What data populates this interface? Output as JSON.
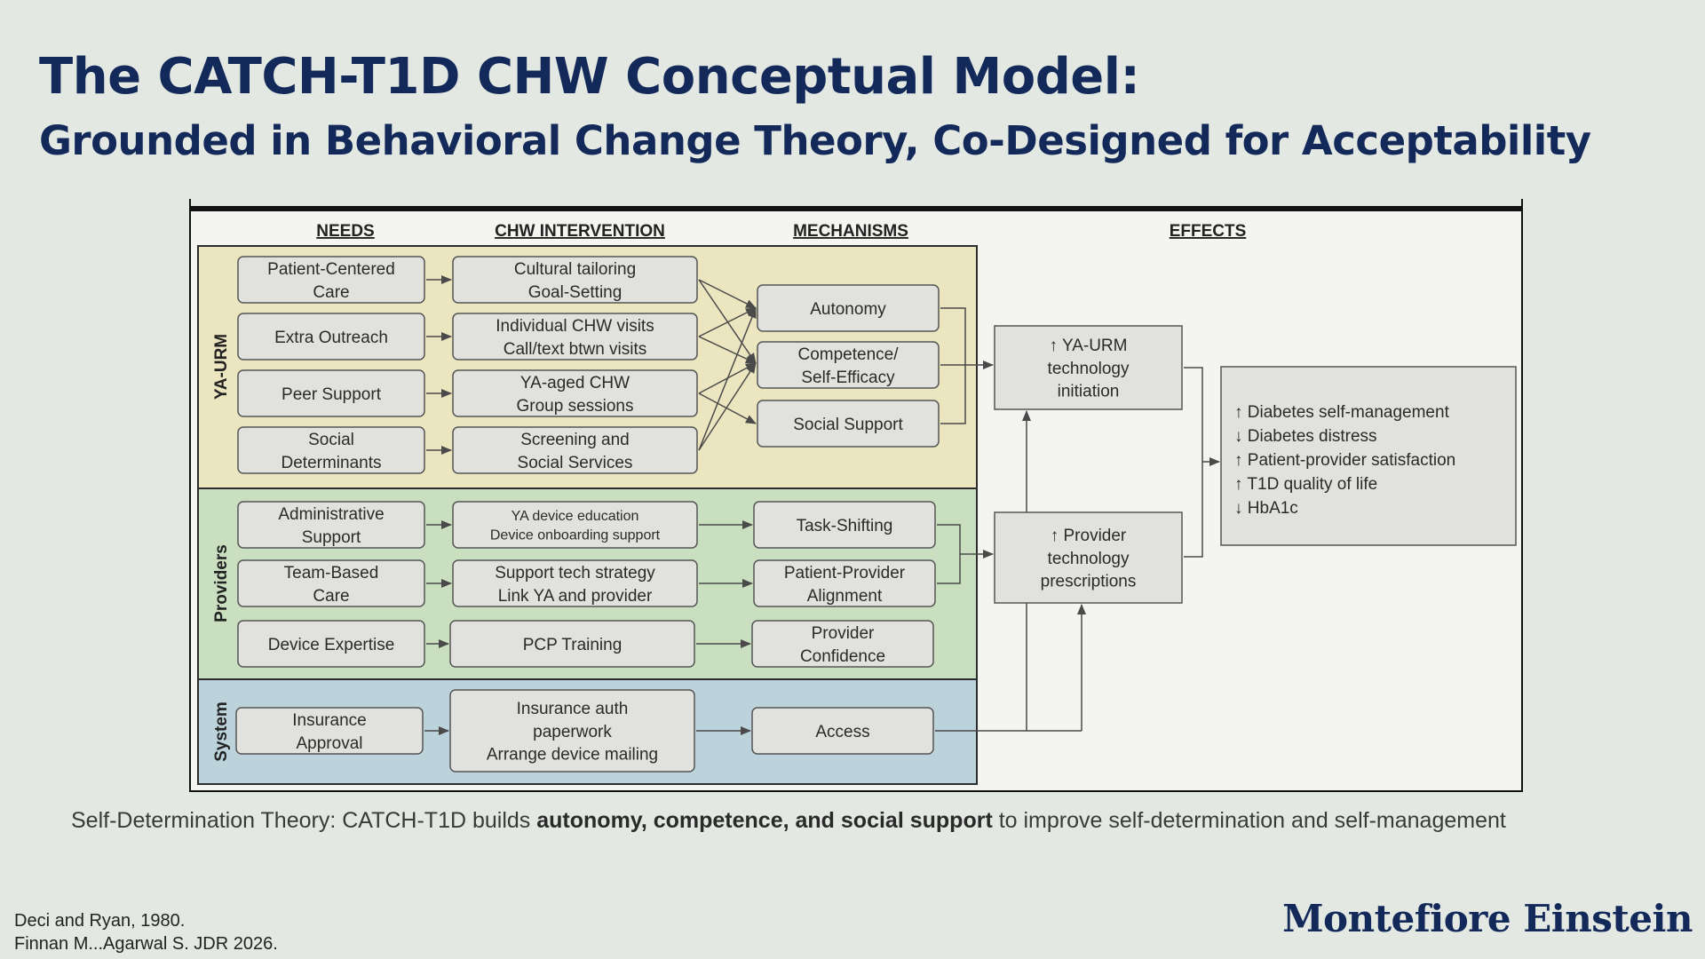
{
  "slide": {
    "title": "The CATCH-T1D CHW Conceptual Model:",
    "subtitle": "Grounded in Behavioral Change Theory, Co-Designed for Acceptability",
    "caption_pre": "Self-Determination Theory: CATCH-T1D builds ",
    "caption_bold": "autonomy, competence, and social support",
    "caption_post": " to improve self-determination and self-management",
    "ref1": "Deci and Ryan, 1980.",
    "ref2": "Finnan M...Agarwal S. JDR 2026.",
    "logo": "Montefiore Einstein"
  },
  "colors": {
    "title": "#13295a",
    "ya_urm_band": "#ebe6bf",
    "providers_band": "#c9dfc0",
    "system_band": "#bcd3dc",
    "box_fill": "#e1e1de",
    "box_stroke": "#555555"
  },
  "diagram": {
    "headers": {
      "needs": "NEEDS",
      "intervention": "CHW INTERVENTION",
      "mechanisms": "MECHANISMS",
      "effects": "EFFECTS"
    },
    "groups": {
      "ya_urm": "YA-URM",
      "providers": "Providers",
      "system": "System"
    },
    "needs": {
      "patient_centered": [
        "Patient-Centered",
        "Care"
      ],
      "extra_outreach": [
        "Extra Outreach"
      ],
      "peer_support": [
        "Peer Support"
      ],
      "social_determinants": [
        "Social",
        "Determinants"
      ],
      "administrative_support": [
        "Administrative",
        "Support"
      ],
      "team_based": [
        "Team-Based",
        "Care"
      ],
      "device_expertise": [
        "Device Expertise"
      ],
      "insurance_approval": [
        "Insurance",
        "Approval"
      ]
    },
    "interventions": {
      "cultural": [
        "Cultural tailoring",
        "Goal-Setting"
      ],
      "individual_chw": [
        "Individual CHW visits",
        "Call/text btwn visits"
      ],
      "ya_aged": [
        "YA-aged CHW",
        "Group sessions"
      ],
      "screening": [
        "Screening and",
        "Social Services"
      ],
      "ya_device": [
        "YA device education",
        "Device onboarding support"
      ],
      "support_tech": [
        "Support tech strategy",
        "Link YA and provider"
      ],
      "pcp_training": [
        "PCP Training"
      ],
      "insurance_auth": [
        "Insurance auth",
        "paperwork",
        "Arrange device mailing"
      ]
    },
    "mechanisms": {
      "autonomy": [
        "Autonomy"
      ],
      "competence": [
        "Competence/",
        "Self-Efficacy"
      ],
      "social_support": [
        "Social Support"
      ],
      "task_shifting": [
        "Task-Shifting"
      ],
      "alignment": [
        "Patient-Provider",
        "Alignment"
      ],
      "provider_confidence": [
        "Provider",
        "Confidence"
      ],
      "access": [
        "Access"
      ]
    },
    "effects": {
      "ya_initiation": [
        "↑ YA-URM",
        "technology",
        "initiation"
      ],
      "provider_prescriptions": [
        "↑ Provider",
        "technology",
        "prescriptions"
      ],
      "outcomes": [
        "↑ Diabetes self-management",
        "↓ Diabetes distress",
        "↑ Patient-provider satisfaction",
        "↑ T1D quality of life",
        "↓ HbA1c"
      ]
    }
  }
}
